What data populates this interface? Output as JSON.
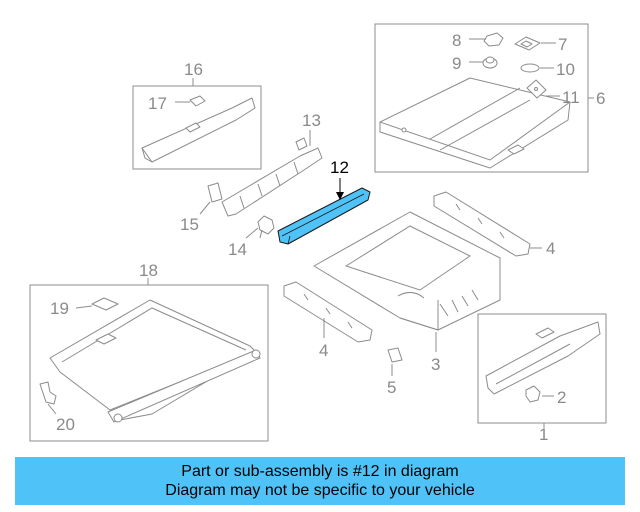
{
  "callouts": {
    "c1": "1",
    "c2": "2",
    "c3": "3",
    "c4a": "4",
    "c4b": "4",
    "c5": "5",
    "c6": "6",
    "c7": "7",
    "c8": "8",
    "c9": "9",
    "c10": "10",
    "c11": "11",
    "c12": "12",
    "c13": "13",
    "c14": "14",
    "c15": "15",
    "c16": "16",
    "c17": "17",
    "c18": "18",
    "c19": "19",
    "c20": "20"
  },
  "highlight_color": "#4fc3f7",
  "banner": {
    "line1": "Part or sub-assembly is #12 in diagram",
    "line2": "Diagram may not be specific to your vehicle"
  }
}
